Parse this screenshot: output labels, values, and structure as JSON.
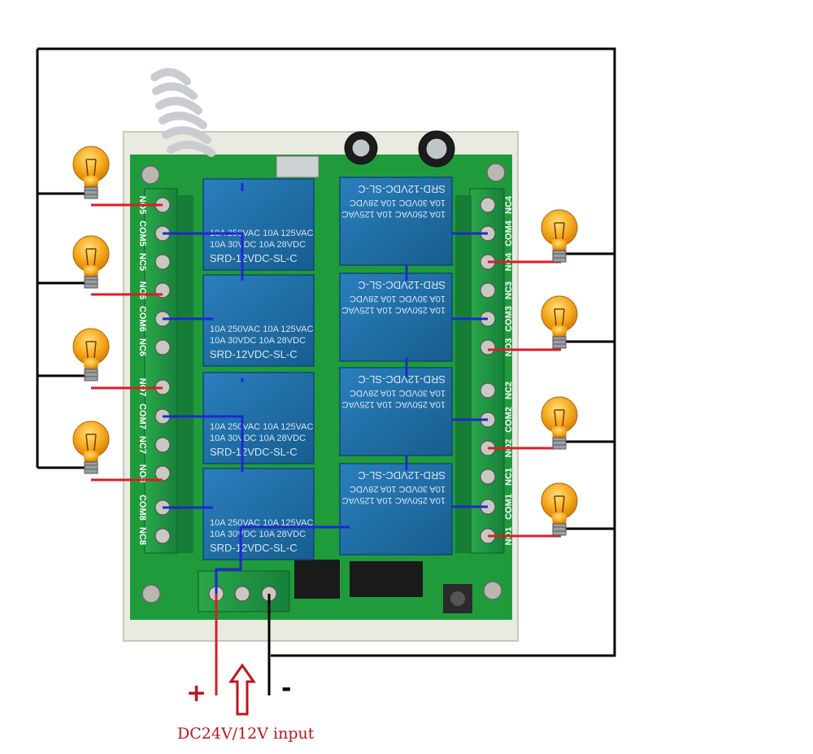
{
  "relay": {
    "model": "SRD-12VDC-SL-C",
    "rating_ac": "10A 250VAC 10A 125VAC",
    "rating_dc": "10A 30VDC 10A 28VDC"
  },
  "terminals": {
    "left": [
      "NO5",
      "COM5",
      "NC5",
      "NO6",
      "COM6",
      "NC6",
      "NO7",
      "COM7",
      "NC7",
      "NO8",
      "COM8",
      "NC8"
    ],
    "right": [
      "NC4",
      "COM4",
      "NO4",
      "NC3",
      "COM3",
      "NO3",
      "NC2",
      "COM2",
      "NO2",
      "NC1",
      "COM1",
      "NO1"
    ]
  },
  "power": {
    "plus": "+",
    "minus": "-",
    "caption": "DC24V/12V input"
  },
  "colors": {
    "wire_red": "#d81e28",
    "wire_blue": "#1e28d2",
    "wire_black": "#000000",
    "pcb": "#1f9b3c",
    "relay": "#1d6fa8",
    "bulb": "#f3a418"
  }
}
